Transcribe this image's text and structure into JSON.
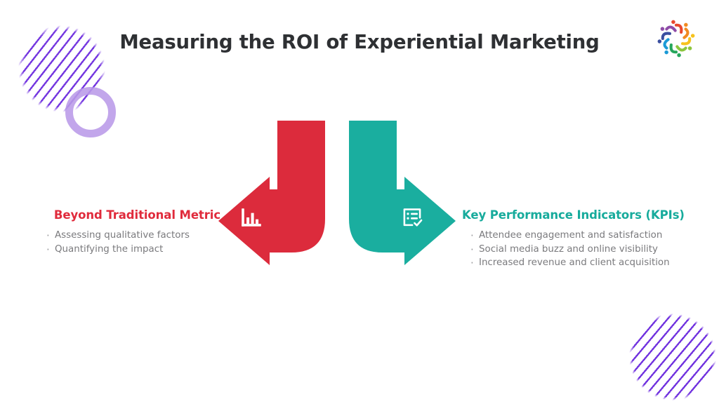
{
  "slide": {
    "title": "Measuring the ROI of Experiential Marketing",
    "background_color": "#ffffff"
  },
  "logo": {
    "name": "circular-people-network-logo",
    "segment_colors": [
      "#e8482e",
      "#f18a21",
      "#f6c21d",
      "#8cc63e",
      "#26a65b",
      "#1b9ad6",
      "#3b4fa0",
      "#8e4ca8"
    ]
  },
  "decorations": {
    "top_left_stripes": {
      "name": "diagonal-stripe-square",
      "color": "#6622dd"
    },
    "top_left_ring": {
      "name": "purple-ring",
      "color": "#b99ae8"
    },
    "bottom_right_stripes": {
      "name": "diagonal-stripe-circle",
      "color": "#6622dd"
    }
  },
  "diagram": {
    "type": "two-opposing-curved-arrows",
    "left_arrow": {
      "color": "#dc2b3c",
      "direction": "down-then-left",
      "icon": "bar-chart-icon"
    },
    "right_arrow": {
      "color": "#1aae9f",
      "direction": "down-then-right",
      "icon": "checklist-check-icon"
    }
  },
  "left_block": {
    "heading": "Beyond Traditional Metric",
    "heading_color": "#e02b3c",
    "bullets": [
      "Assessing qualitative factors",
      "Quantifying the impact"
    ]
  },
  "right_block": {
    "heading": "Key Performance Indicators (KPIs)",
    "heading_color": "#17ab9c",
    "bullets": [
      "Attendee engagement and satisfaction",
      "Social media buzz and online visibility",
      "Increased revenue and client acquisition"
    ]
  }
}
